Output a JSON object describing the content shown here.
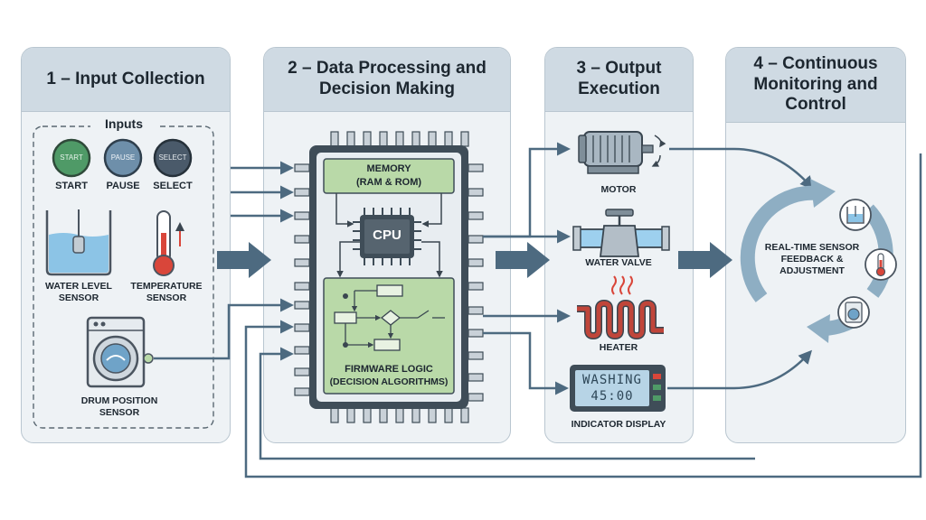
{
  "stages": {
    "s1": {
      "title": "1 – Input Collection"
    },
    "s2": {
      "title": "2 – Data Processing and Decision Making"
    },
    "s3": {
      "title": "3 – Output Execution"
    },
    "s4": {
      "title": "4 – Continuous Monitoring and Control"
    }
  },
  "inputs": {
    "heading": "Inputs",
    "buttons": [
      {
        "text": "START",
        "label": "START",
        "color": "#4f9a67"
      },
      {
        "text": "PAUSE",
        "label": "PAUSE",
        "color": "#6e8faa"
      },
      {
        "text": "SELECT",
        "label": "SELECT",
        "color": "#4a5a6a"
      }
    ],
    "water_level": "WATER LEVEL SENSOR",
    "temperature": "TEMPERATURE SENSOR",
    "drum": "DRUM POSITION SENSOR"
  },
  "processor": {
    "memory": "MEMORY",
    "memory_sub": "(RAM & ROM)",
    "cpu": "CPU",
    "firmware": "FIRMWARE LOGIC",
    "firmware_sub": "(DECISION ALGORITHMS)"
  },
  "outputs": {
    "motor": "MOTOR",
    "valve": "WATER VALVE",
    "heater": "HEATER",
    "display": "INDICATOR DISPLAY",
    "display_line1": "WASHING",
    "display_line2": "45:00"
  },
  "monitoring": {
    "feedback": "REAL-TIME SENSOR FEEDBACK & ADJUSTMENT"
  },
  "colors": {
    "arrow": "#4d6a80",
    "panel": "#eef2f5",
    "header": "#cfdae3",
    "chip": "#3f4d58",
    "memory_green": "#b9d9a8",
    "heater_red": "#c0453a",
    "cycle": "#8eaec3"
  }
}
